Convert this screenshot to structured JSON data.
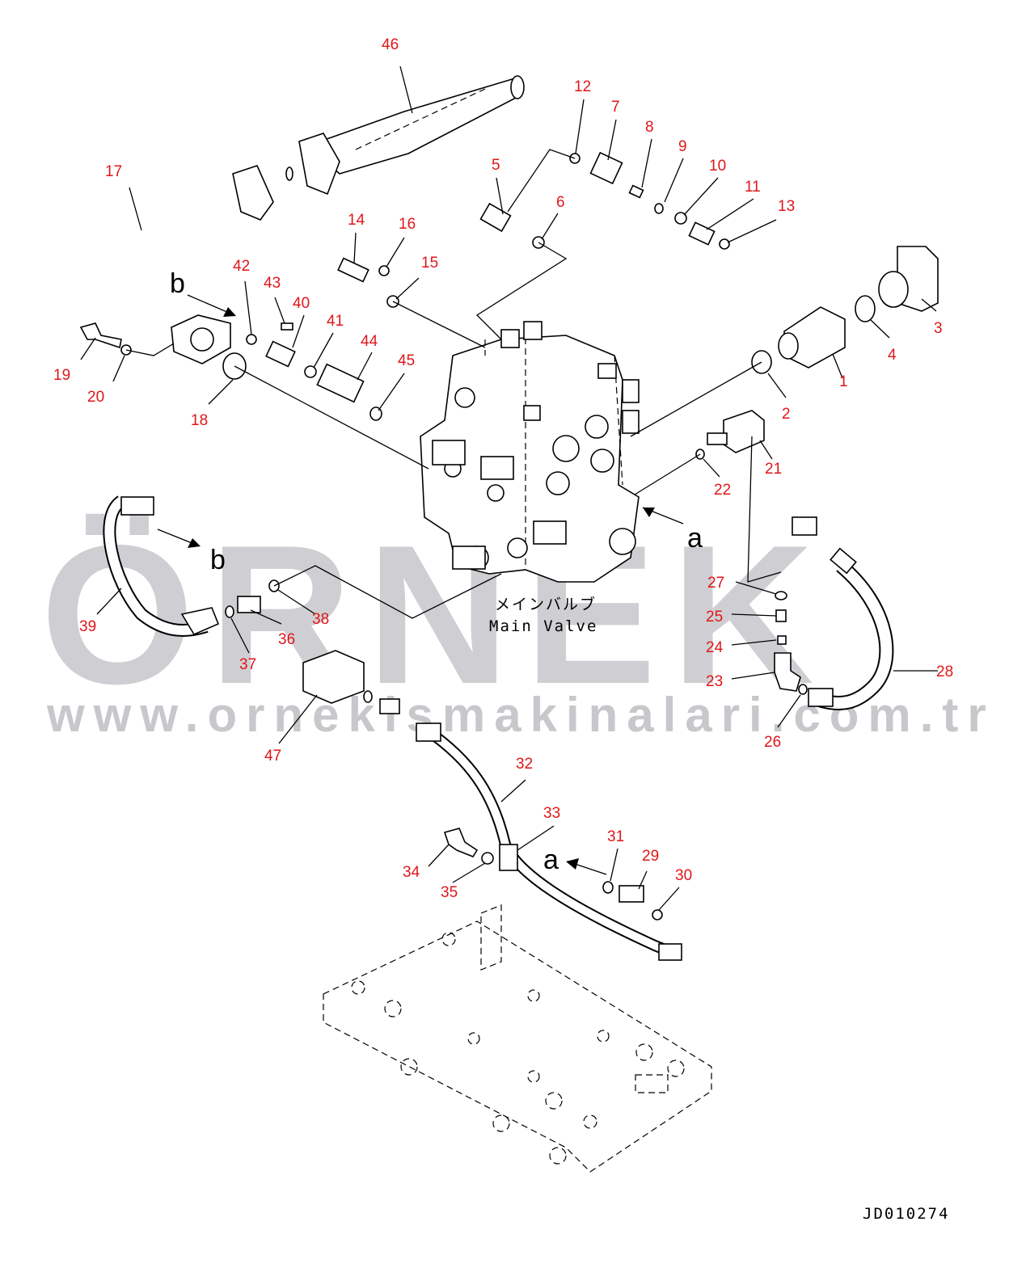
{
  "callouts": [
    {
      "num": "1"
    },
    {
      "num": "2"
    },
    {
      "num": "3"
    },
    {
      "num": "4"
    },
    {
      "num": "5"
    },
    {
      "num": "6"
    },
    {
      "num": "7"
    },
    {
      "num": "8"
    },
    {
      "num": "9"
    },
    {
      "num": "10"
    },
    {
      "num": "11"
    },
    {
      "num": "12"
    },
    {
      "num": "13"
    },
    {
      "num": "14"
    },
    {
      "num": "15"
    },
    {
      "num": "16"
    },
    {
      "num": "17"
    },
    {
      "num": "18"
    },
    {
      "num": "19"
    },
    {
      "num": "20"
    },
    {
      "num": "21"
    },
    {
      "num": "22"
    },
    {
      "num": "23"
    },
    {
      "num": "24"
    },
    {
      "num": "25"
    },
    {
      "num": "26"
    },
    {
      "num": "27"
    },
    {
      "num": "28"
    },
    {
      "num": "29"
    },
    {
      "num": "30"
    },
    {
      "num": "31"
    },
    {
      "num": "32"
    },
    {
      "num": "33"
    },
    {
      "num": "34"
    },
    {
      "num": "35"
    },
    {
      "num": "36"
    },
    {
      "num": "37"
    },
    {
      "num": "38"
    },
    {
      "num": "39"
    },
    {
      "num": "40"
    },
    {
      "num": "41"
    },
    {
      "num": "42"
    },
    {
      "num": "43"
    },
    {
      "num": "44"
    },
    {
      "num": "45"
    },
    {
      "num": "46"
    },
    {
      "num": "47"
    }
  ],
  "view_arrows": {
    "a1": "a",
    "a2": "a",
    "b1": "b",
    "b2": "b"
  },
  "main_valve": {
    "jp": "メインバルブ",
    "en": "Main Valve"
  },
  "drawing_code": "JD010274",
  "watermark": {
    "brand": "ÖRNEK",
    "url": "www.ornekismakinalari.com.tr"
  },
  "colors": {
    "callout": "#e0161a",
    "line": "#000000",
    "watermark": "#cfcfd3"
  }
}
